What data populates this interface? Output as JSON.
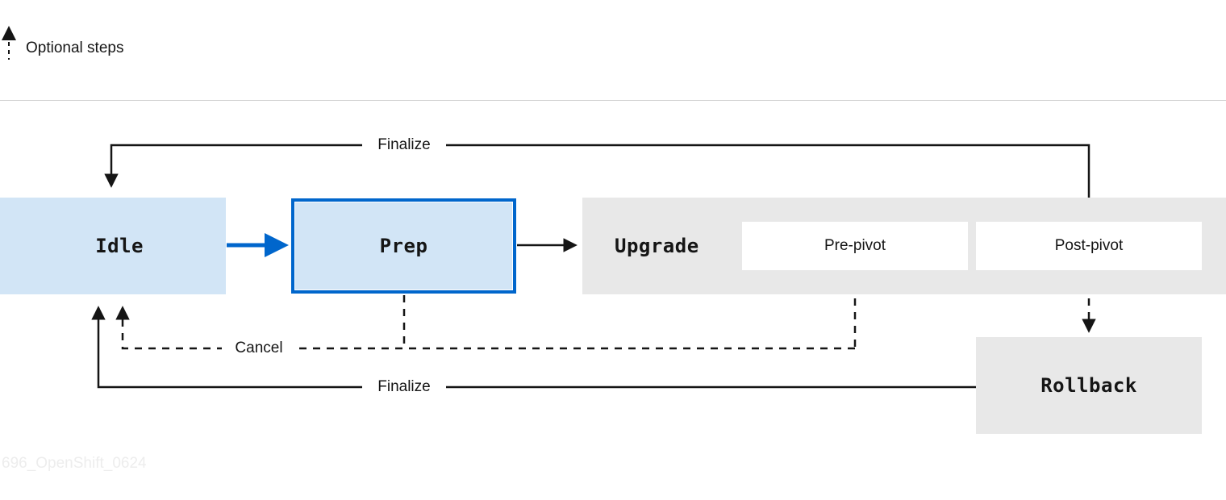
{
  "legend": {
    "icon": "dashed-up-arrow-icon",
    "label": "Optional steps"
  },
  "diagram": {
    "type": "state-flow",
    "nodes": [
      {
        "id": "idle",
        "label": "Idle",
        "style": "blue-fill",
        "font": "mono"
      },
      {
        "id": "prep",
        "label": "Prep",
        "style": "blue-fill-blue-border",
        "font": "mono"
      },
      {
        "id": "upgrade",
        "label": "Upgrade",
        "style": "grey-band",
        "font": "mono"
      },
      {
        "id": "pre-pivot",
        "label": "Pre-pivot",
        "style": "white-inner",
        "font": "sans"
      },
      {
        "id": "post-pivot",
        "label": "Post-pivot",
        "style": "white-inner",
        "font": "sans"
      },
      {
        "id": "rollback",
        "label": "Rollback",
        "style": "grey-fill",
        "font": "mono"
      }
    ],
    "edges": [
      {
        "from": "idle",
        "to": "prep",
        "label": "",
        "line": "solid",
        "color": "#0066cc"
      },
      {
        "from": "prep",
        "to": "upgrade",
        "label": "",
        "line": "solid",
        "color": "#151515"
      },
      {
        "from": "post-pivot",
        "to": "idle",
        "label": "Finalize",
        "line": "solid",
        "color": "#151515"
      },
      {
        "from": "prep",
        "to": "idle",
        "label": "Cancel",
        "line": "dashed",
        "color": "#151515"
      },
      {
        "from": "pre-pivot",
        "to": "idle",
        "label": "Cancel",
        "line": "dashed",
        "color": "#151515"
      },
      {
        "from": "post-pivot",
        "to": "rollback",
        "label": "",
        "line": "dashed",
        "color": "#151515"
      },
      {
        "from": "rollback",
        "to": "idle",
        "label": "Finalize",
        "line": "solid",
        "color": "#151515"
      }
    ],
    "edge_labels": {
      "finalize_top": "Finalize",
      "cancel": "Cancel",
      "finalize_bottom": "Finalize"
    }
  },
  "colors": {
    "blue_fill": "#d2e5f6",
    "blue_border": "#0066cc",
    "grey_fill": "#e8e8e8",
    "white": "#ffffff",
    "text": "#151515",
    "divider": "#d2d2d2",
    "watermark": "#ededed"
  },
  "watermark": "696_OpenShift_0624"
}
